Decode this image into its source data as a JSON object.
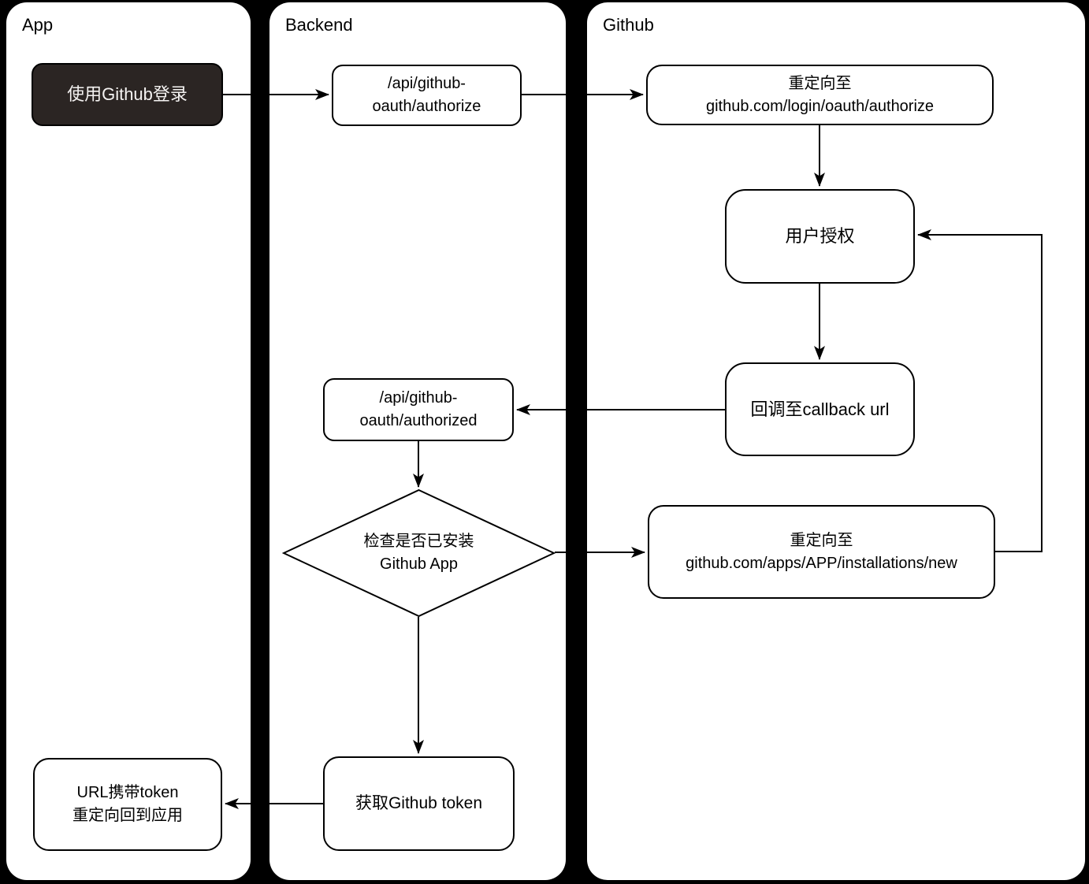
{
  "colors": {
    "background": "#000000",
    "lane_fill": "#ffffff",
    "stroke": "#000000",
    "dark_node_fill": "#2b2523",
    "dark_node_text": "#f5f3f2"
  },
  "lanes": [
    {
      "title": "App"
    },
    {
      "title": "Backend"
    },
    {
      "title": "Github"
    }
  ],
  "nodes": {
    "login_github": {
      "label": "使用Github登录"
    },
    "api_authorize": {
      "line1": "/api/github-",
      "line2": "oauth/authorize"
    },
    "redirect_oauth": {
      "line1": "重定向至",
      "line2": "github.com/login/oauth/authorize"
    },
    "user_authorize": {
      "label": "用户授权"
    },
    "callback_url": {
      "label": "回调至callback url"
    },
    "api_authorized": {
      "line1": "/api/github-",
      "line2": "oauth/authorized"
    },
    "check_installed": {
      "line1": "检查是否已安装",
      "line2": "Github App"
    },
    "redirect_install": {
      "line1": "重定向至",
      "line2": "github.com/apps/APP/installations/new"
    },
    "get_token": {
      "label": "获取Github token"
    },
    "url_token": {
      "line1": "URL携带token",
      "line2": "重定向回到应用"
    }
  }
}
